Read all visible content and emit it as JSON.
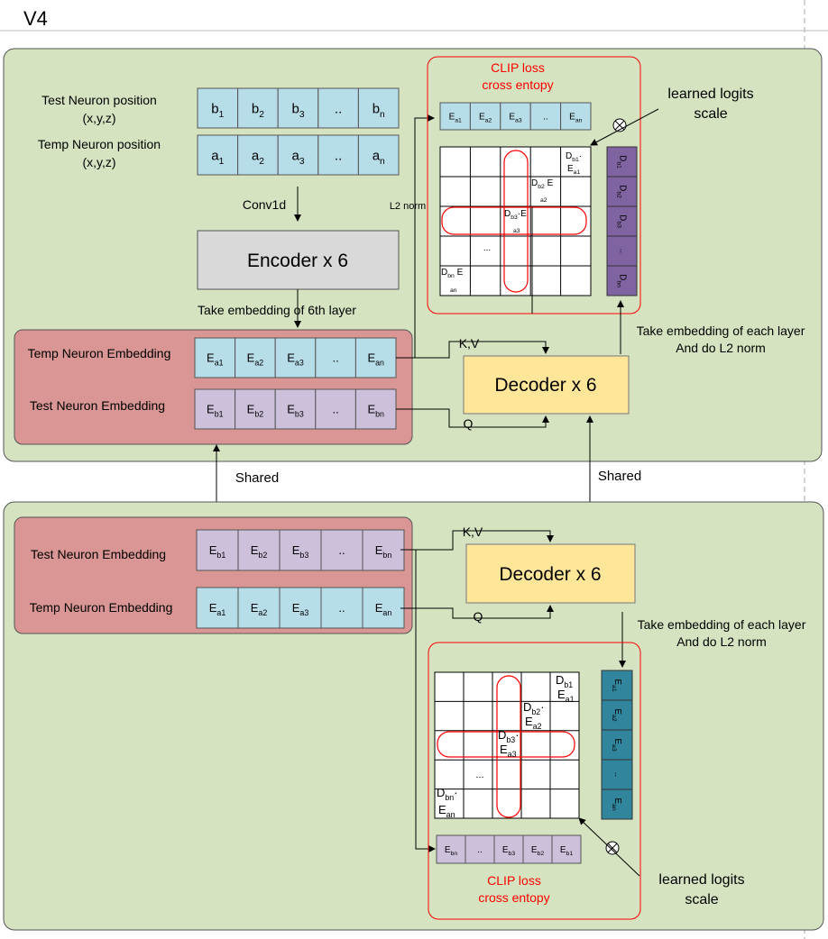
{
  "page_title": "V4",
  "colors": {
    "panel_bg": "#d5e3c0",
    "panel_stroke": "#555555",
    "embed_group": "#d99694",
    "cell_blue": "#b7dde8",
    "cell_purple": "#ccc0da",
    "encoder": "#d9d9d9",
    "decoder": "#ffe699",
    "column_purple": "#8064a2",
    "column_teal": "#31859c",
    "loss_red": "#ff0000"
  },
  "top": {
    "test_pos_label": [
      "Test Neuron position",
      "(x,y,z)"
    ],
    "temp_pos_label": [
      "Temp Neuron position",
      "(x,y,z)"
    ],
    "b_row": [
      [
        "b",
        "1"
      ],
      [
        "b",
        "2"
      ],
      [
        "b",
        "3"
      ],
      [
        "..",
        ""
      ],
      [
        "b",
        "n"
      ]
    ],
    "a_row": [
      [
        "a",
        "1"
      ],
      [
        "a",
        "2"
      ],
      [
        "a",
        "3"
      ],
      [
        "..",
        ""
      ],
      [
        "a",
        "n"
      ]
    ],
    "conv_label": "Conv1d",
    "encoder_label": "Encoder x 6",
    "take_6th": "Take embedding of  6th layer",
    "temp_embed_label": "Temp Neuron Embedding",
    "test_embed_label": "Test Neuron Embedding",
    "ea_row": [
      [
        "E",
        "a1"
      ],
      [
        "E",
        "a2"
      ],
      [
        "E",
        "a3"
      ],
      [
        "..",
        ""
      ],
      [
        "E",
        "an"
      ]
    ],
    "eb_row": [
      [
        "E",
        "b1"
      ],
      [
        "E",
        "b2"
      ],
      [
        "E",
        "b3"
      ],
      [
        "..",
        ""
      ],
      [
        "E",
        "bn"
      ]
    ],
    "kv_label": "K,V",
    "q_label": "Q",
    "decoder_label": "Decoder x 6",
    "l2_norm_label": "L2 norm",
    "clip_title": [
      "CLIP loss",
      "cross entopy"
    ],
    "logits_label": [
      "learned logits",
      "scale"
    ],
    "take_each": [
      "Take embedding of each layer",
      "And do L2 norm"
    ],
    "matrix_top_row": [
      [
        "E",
        "a1"
      ],
      [
        "E",
        "a2"
      ],
      [
        "E",
        "a3"
      ],
      [
        "..",
        ""
      ],
      [
        "E",
        "an"
      ]
    ],
    "matrix_col": [
      [
        "D",
        "b1"
      ],
      [
        "D",
        "b2"
      ],
      [
        "D",
        "b3"
      ],
      [
        "..",
        ""
      ],
      [
        "D",
        "bn"
      ]
    ],
    "cell_b1": [
      [
        "D",
        "b1"
      ],
      "·",
      [
        "E",
        "a1"
      ]
    ],
    "cell_b2": [
      [
        "D",
        "b2"
      ],
      " E",
      [
        "",
        "a2"
      ]
    ],
    "cell_b3": [
      [
        "D",
        "b3"
      ],
      "·E",
      [
        "",
        "a3"
      ]
    ],
    "cell_bn": [
      [
        "D",
        "bn"
      ],
      " E",
      [
        "",
        "an"
      ]
    ],
    "ellipsis": "..."
  },
  "shared_label": "Shared",
  "bottom": {
    "test_embed_label": "Test Neuron Embedding",
    "temp_embed_label": "Temp Neuron Embedding",
    "eb_row": [
      [
        "E",
        "b1"
      ],
      [
        "E",
        "b2"
      ],
      [
        "E",
        "b3"
      ],
      [
        "..",
        ""
      ],
      [
        "E",
        "bn"
      ]
    ],
    "ea_row": [
      [
        "E",
        "a1"
      ],
      [
        "E",
        "a2"
      ],
      [
        "E",
        "a3"
      ],
      [
        "..",
        ""
      ],
      [
        "E",
        "an"
      ]
    ],
    "kv_label": "K,V",
    "q_label": "Q",
    "decoder_label": "Decoder x 6",
    "take_each": [
      "Take embedding of each layer",
      "And do L2 norm"
    ],
    "matrix_col": [
      [
        "E",
        "a1"
      ],
      [
        "E",
        "a2"
      ],
      [
        "E",
        "a3"
      ],
      [
        "..",
        ""
      ],
      [
        "E",
        "an"
      ]
    ],
    "matrix_bottom_row": [
      [
        "E",
        "bn"
      ],
      [
        "..",
        ""
      ],
      [
        "E",
        "b3"
      ],
      [
        "E",
        "b2"
      ],
      [
        "E",
        "b1"
      ]
    ],
    "cell_b1": [
      [
        "D",
        "b1"
      ],
      "",
      [
        "E",
        "a1"
      ]
    ],
    "cell_b2": [
      [
        "D",
        "b2"
      ],
      "·",
      [
        "E",
        "a2"
      ]
    ],
    "cell_b3": [
      [
        "D",
        "b3"
      ],
      "·",
      [
        "E",
        "a3"
      ]
    ],
    "cell_bn": [
      [
        "D",
        "bn"
      ],
      "·",
      [
        "E",
        "an"
      ]
    ],
    "ellipsis": "...",
    "clip_title": [
      "CLIP loss",
      "cross entopy"
    ],
    "logits_label": [
      "learned logits",
      "scale"
    ]
  }
}
